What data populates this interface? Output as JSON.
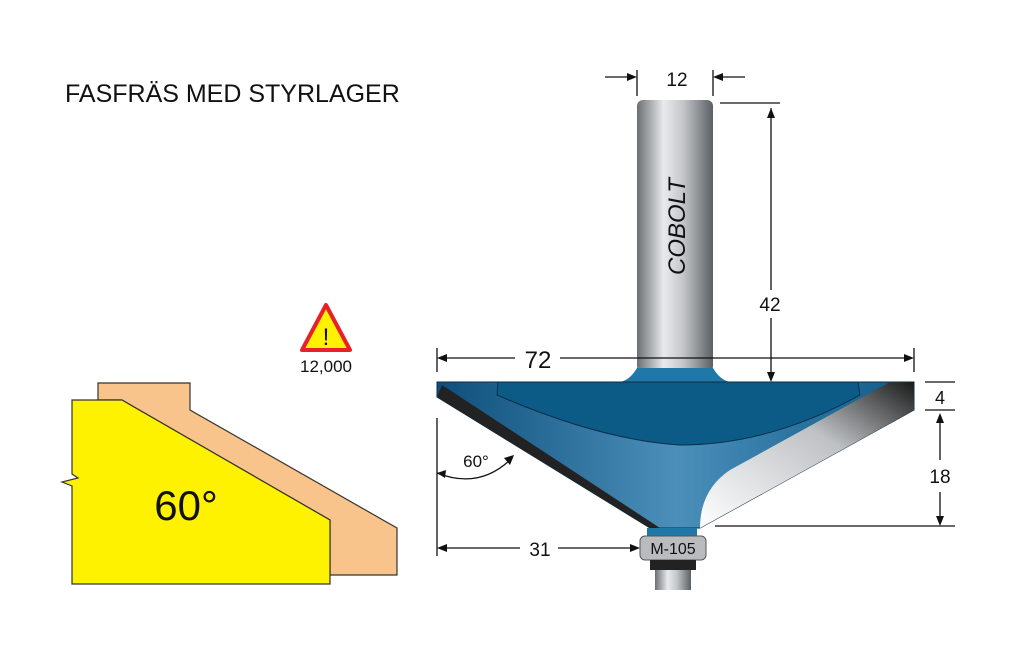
{
  "title": "FASFRÄS MED STYRLAGER",
  "warning": {
    "icon": "warning-triangle-icon",
    "symbol": "!",
    "rpm": "12,000"
  },
  "profile": {
    "angle_label": "60°"
  },
  "cutter": {
    "brand": "COBOLT",
    "bearing_label": "M-105",
    "angle_label": "60°",
    "dimensions": {
      "shank_diameter": "12",
      "shank_length": "42",
      "cutting_diameter": "72",
      "top_thickness": "4",
      "cutting_height": "18",
      "bearing_offset": "31"
    }
  },
  "colors": {
    "blue": "#1f6e9e",
    "yellow": "#fff200",
    "wood": "#f9c48c",
    "warning_red": "#e8202a"
  }
}
